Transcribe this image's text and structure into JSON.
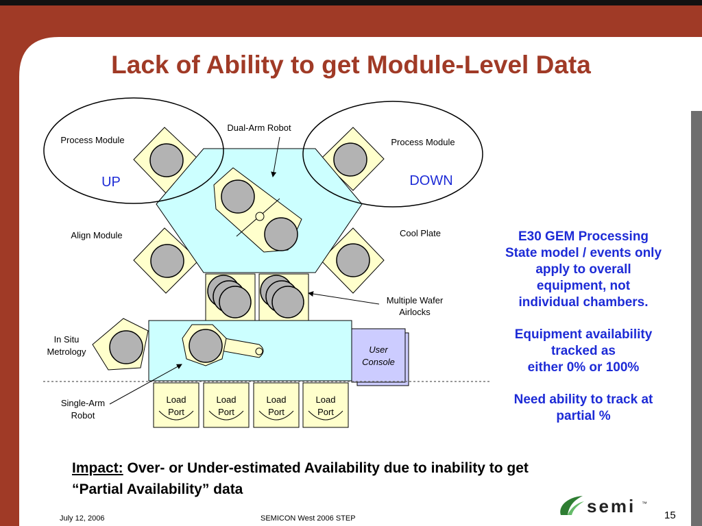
{
  "slide": {
    "title": "Lack of Ability to get Module-Level Data",
    "page_number": "15",
    "footer_date": "July 12, 2006",
    "footer_event": "SEMICON West 2006 STEP",
    "logo_text": "semi",
    "logo_tm": "™"
  },
  "diagram": {
    "pm_left_label": "Process Module",
    "pm_left_state": "UP",
    "pm_right_label": "Process Module",
    "pm_right_state": "DOWN",
    "dual_arm_robot": "Dual-Arm Robot",
    "align_module": "Align Module",
    "cool_plate": "Cool Plate",
    "airlocks": [
      "Multiple Wafer",
      "Airlocks"
    ],
    "in_situ": [
      "In Situ",
      "Metrology"
    ],
    "single_arm_robot": [
      "Single-Arm",
      "Robot"
    ],
    "user_console": [
      "User",
      "Console"
    ],
    "load_ports": [
      [
        "Load",
        "Port"
      ],
      [
        "Load",
        "Port"
      ],
      [
        "Load",
        "Port"
      ],
      [
        "Load",
        "Port"
      ]
    ]
  },
  "side_notes": {
    "p1": [
      "E30 GEM Processing",
      "State model / events only",
      "apply to overall",
      "equipment, not",
      "individual chambers."
    ],
    "p2": [
      "Equipment availability",
      "tracked as",
      "either 0% or 100%"
    ],
    "p3": [
      "Need ability to track at",
      "partial %"
    ]
  },
  "impact": {
    "label": "Impact:",
    "text": " Over- or Under-estimated Availability due to inability to get",
    "text2": "“Partial Availability” data"
  },
  "colors": {
    "frame": "#a03a26",
    "title": "#a03a26",
    "side_text": "#1d2bd6",
    "module_fill": "#ffffcc",
    "chamber_fill": "#ccffff",
    "wafer_fill": "#b3b3b3",
    "console_fill": "#ccccff"
  }
}
